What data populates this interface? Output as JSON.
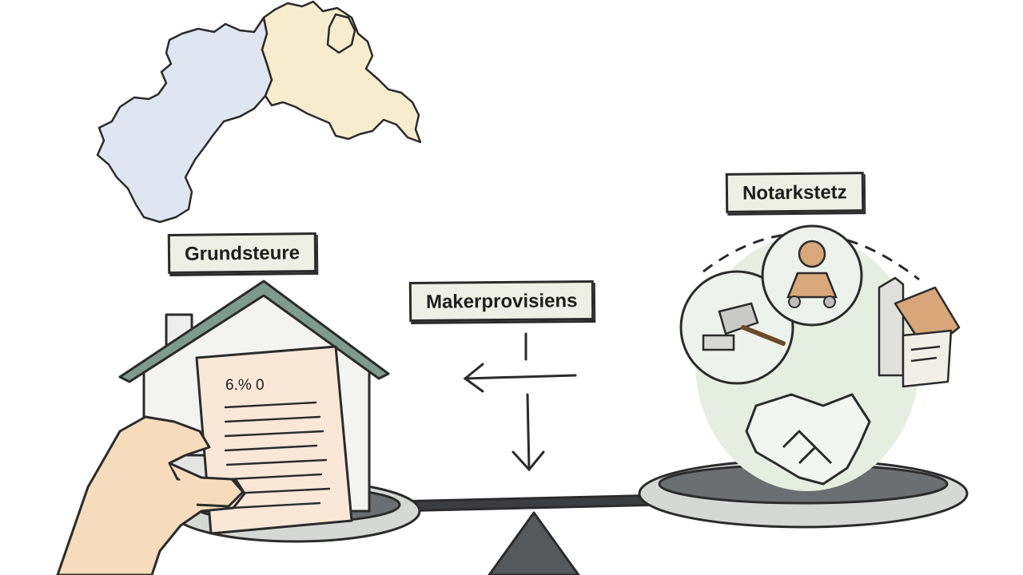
{
  "labels": {
    "grundsteuer": "Grundsteure",
    "makler": "Makerprovisiens",
    "notar": "Notarkstetz"
  },
  "document": {
    "rate_text": "6.% 0"
  },
  "colors": {
    "map_west": "#dfe6f1",
    "map_east": "#f7ecce",
    "label_bg": "#eef0e6",
    "ink": "#2b2b2b",
    "scale_fulcrum": "#55595c",
    "notary_glow": "#e6ede1"
  },
  "icons": [
    "map-icon",
    "house-icon",
    "document-icon",
    "hand-icon",
    "arrow-left-icon",
    "arrow-down-icon",
    "gavel-icon",
    "notary-figure-icon",
    "property-box-icon",
    "handshake-icon",
    "balance-scale-icon"
  ]
}
